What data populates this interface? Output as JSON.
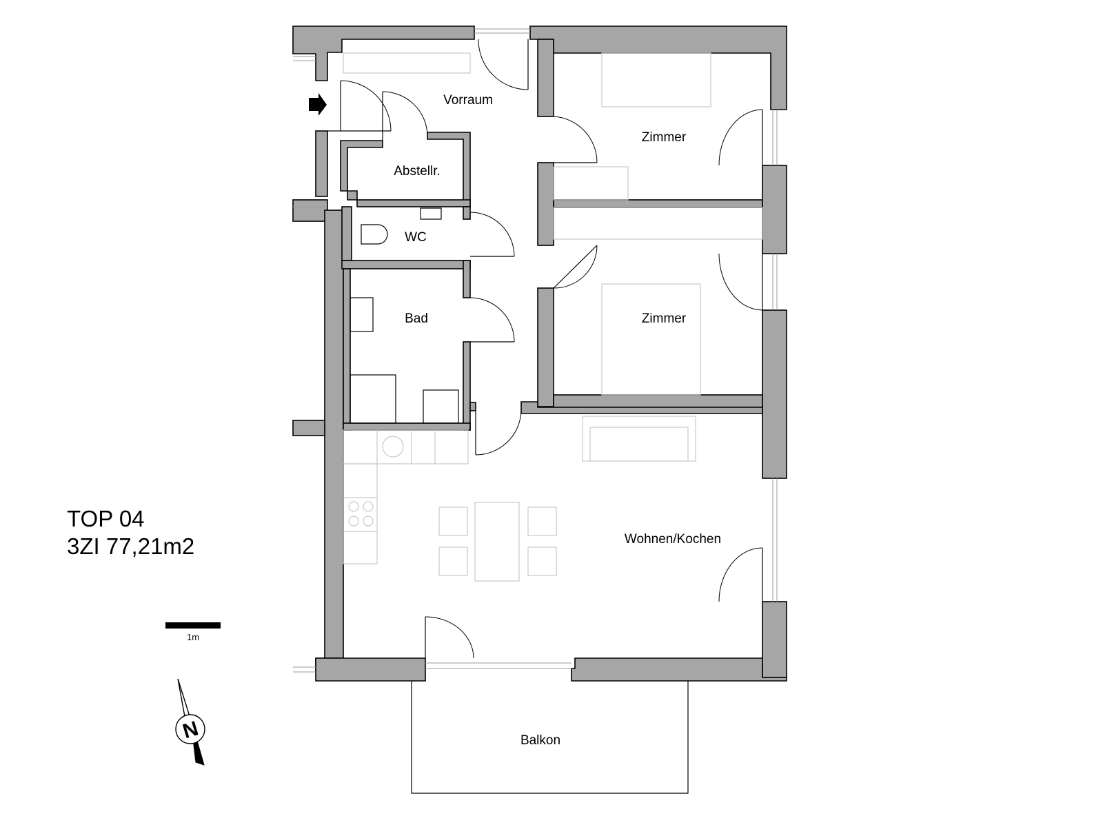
{
  "unit": {
    "name": "TOP 04",
    "summary": "3ZI 77,21m2"
  },
  "rooms": {
    "vorraum": "Vorraum",
    "zimmer_1": "Zimmer",
    "abstellraum": "Abstellr.",
    "wc": "WC",
    "bad": "Bad",
    "zimmer_2": "Zimmer",
    "wohnen_kochen": "Wohnen/Kochen",
    "balkon": "Balkon"
  },
  "scale_bar": {
    "label": "1m"
  },
  "north_arrow": {
    "letter": "N",
    "icon": "north-arrow-icon"
  },
  "entrance": {
    "icon": "entrance-arrow-icon"
  },
  "colors": {
    "wall_fill": "#a6a6a6",
    "line": "#000000",
    "furniture": "#c8c8c8",
    "background": "#ffffff"
  }
}
